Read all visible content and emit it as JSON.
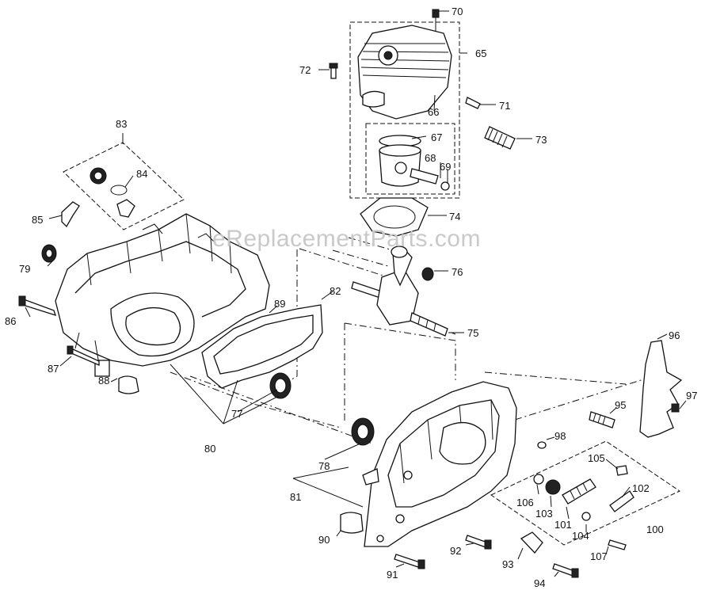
{
  "watermark": "eReplacementParts.com",
  "callouts": [
    {
      "id": "70",
      "text": "70"
    },
    {
      "id": "65",
      "text": "65"
    },
    {
      "id": "72",
      "text": "72"
    },
    {
      "id": "71",
      "text": "71"
    },
    {
      "id": "66",
      "text": "66"
    },
    {
      "id": "67",
      "text": "67"
    },
    {
      "id": "73",
      "text": "73"
    },
    {
      "id": "68",
      "text": "68"
    },
    {
      "id": "69",
      "text": "69"
    },
    {
      "id": "83",
      "text": "83"
    },
    {
      "id": "84",
      "text": "84"
    },
    {
      "id": "85",
      "text": "85"
    },
    {
      "id": "74",
      "text": "74"
    },
    {
      "id": "79",
      "text": "79"
    },
    {
      "id": "76",
      "text": "76"
    },
    {
      "id": "82",
      "text": "82"
    },
    {
      "id": "86",
      "text": "86"
    },
    {
      "id": "89",
      "text": "89"
    },
    {
      "id": "75",
      "text": "75"
    },
    {
      "id": "96",
      "text": "96"
    },
    {
      "id": "87",
      "text": "87"
    },
    {
      "id": "88",
      "text": "88"
    },
    {
      "id": "97",
      "text": "97"
    },
    {
      "id": "95",
      "text": "95"
    },
    {
      "id": "77",
      "text": "77"
    },
    {
      "id": "98",
      "text": "98"
    },
    {
      "id": "80",
      "text": "80"
    },
    {
      "id": "78",
      "text": "78"
    },
    {
      "id": "105",
      "text": "105"
    },
    {
      "id": "81",
      "text": "81"
    },
    {
      "id": "102",
      "text": "102"
    },
    {
      "id": "106",
      "text": "106"
    },
    {
      "id": "103",
      "text": "103"
    },
    {
      "id": "101",
      "text": "101"
    },
    {
      "id": "100",
      "text": "100"
    },
    {
      "id": "104",
      "text": "104"
    },
    {
      "id": "90",
      "text": "90"
    },
    {
      "id": "92",
      "text": "92"
    },
    {
      "id": "107",
      "text": "107"
    },
    {
      "id": "93",
      "text": "93"
    },
    {
      "id": "91",
      "text": "91"
    },
    {
      "id": "94",
      "text": "94"
    }
  ]
}
